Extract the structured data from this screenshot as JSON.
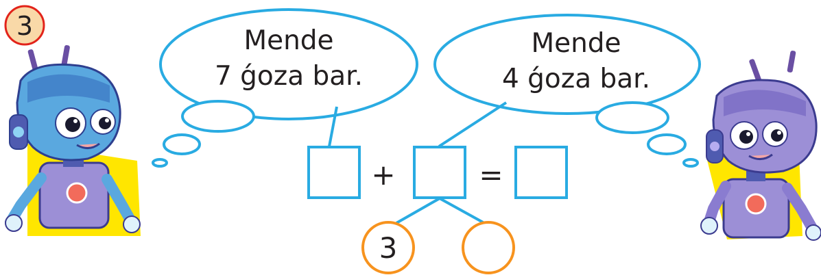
{
  "exercise_number": "3",
  "bubble_left": {
    "line1": "Mende",
    "line2": "7 ǵoza bar."
  },
  "bubble_right": {
    "line1": "Mende",
    "line2": "4 ǵoza bar."
  },
  "equation": {
    "plus": "+",
    "equals": "="
  },
  "split_circles": {
    "left_value": "3",
    "right_value": ""
  },
  "colors": {
    "bubble_stroke": "#29abe2",
    "box_stroke": "#29abe2",
    "circle_stroke": "#f7931e",
    "badge_fill": "#f9d9a8",
    "badge_stroke": "#e2231a",
    "robot_left": "#5aa8df",
    "robot_right": "#9c8fd6",
    "accent_yellow": "#ffe600"
  }
}
